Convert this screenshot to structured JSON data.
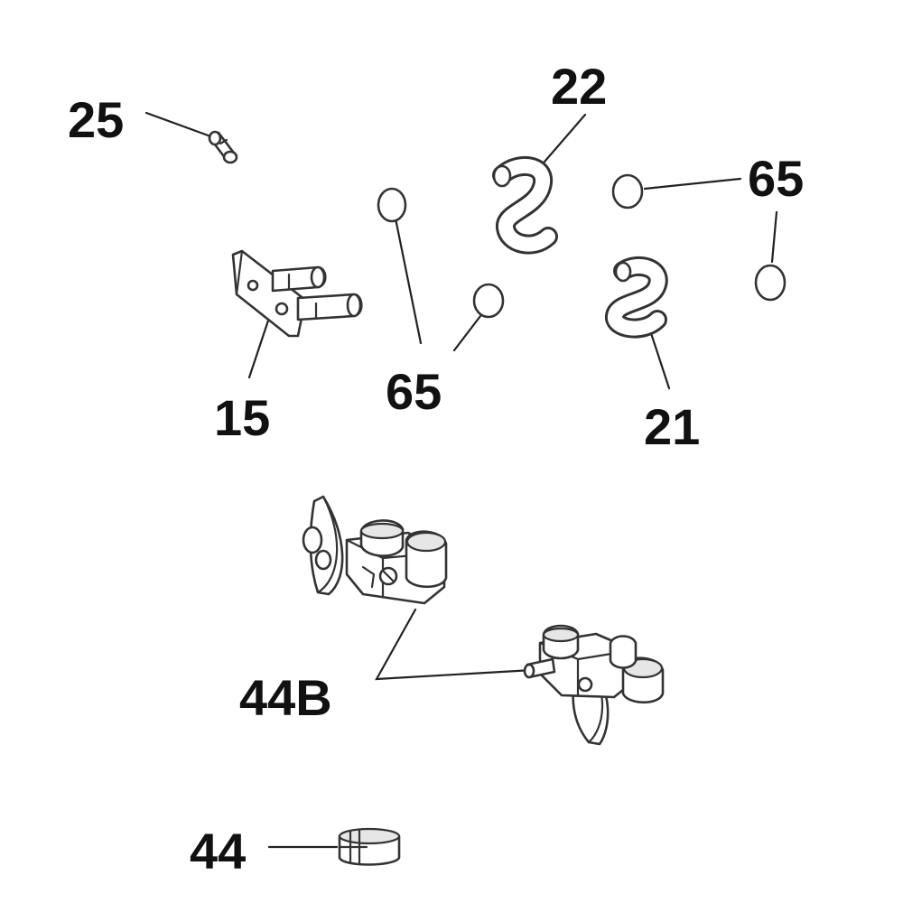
{
  "diagram": {
    "callouts": [
      {
        "id": "c25",
        "label": "25"
      },
      {
        "id": "c22",
        "label": "22"
      },
      {
        "id": "c65a",
        "label": "65"
      },
      {
        "id": "c15",
        "label": "15"
      },
      {
        "id": "c65b",
        "label": "65"
      },
      {
        "id": "c21",
        "label": "21"
      },
      {
        "id": "c44b",
        "label": "44B"
      },
      {
        "id": "c44",
        "label": "44"
      }
    ]
  }
}
